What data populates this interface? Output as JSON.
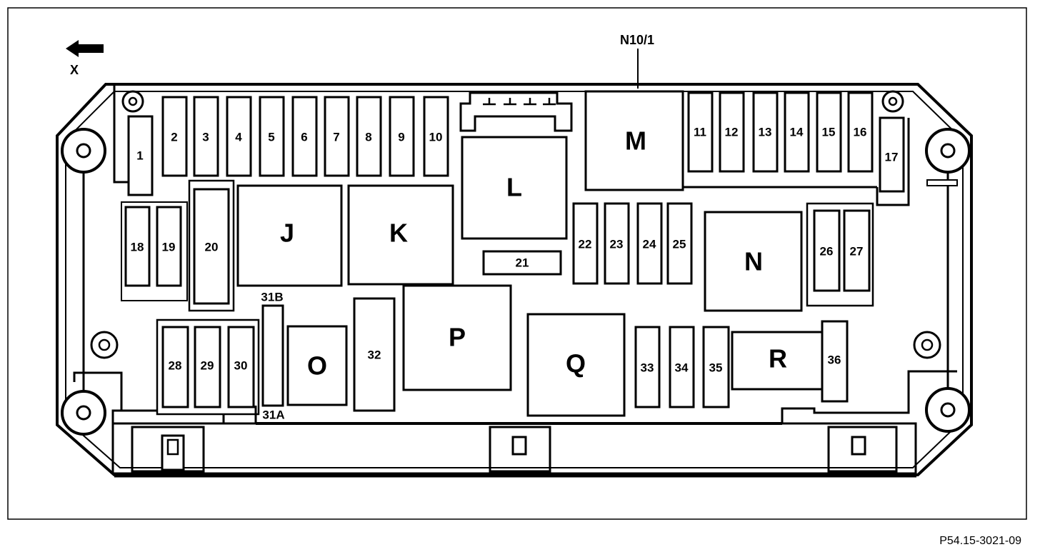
{
  "figure_ref": "P54.15-3021-09",
  "direction_label": "X",
  "module_label": "N10/1",
  "relays": {
    "J": "J",
    "K": "K",
    "L": "L",
    "M": "M",
    "N": "N",
    "O": "O",
    "P": "P",
    "Q": "Q",
    "R": "R"
  },
  "fuses": {
    "f1": "1",
    "f2": "2",
    "f3": "3",
    "f4": "4",
    "f5": "5",
    "f6": "6",
    "f7": "7",
    "f8": "8",
    "f9": "9",
    "f10": "10",
    "f11": "11",
    "f12": "12",
    "f13": "13",
    "f14": "14",
    "f15": "15",
    "f16": "16",
    "f17": "17",
    "f18": "18",
    "f19": "19",
    "f20": "20",
    "f21": "21",
    "f22": "22",
    "f23": "23",
    "f24": "24",
    "f25": "25",
    "f26": "26",
    "f27": "27",
    "f28": "28",
    "f29": "29",
    "f30": "30",
    "f31A": "31A",
    "f31B": "31B",
    "f32": "32",
    "f33": "33",
    "f34": "34",
    "f35": "35",
    "f36": "36"
  }
}
